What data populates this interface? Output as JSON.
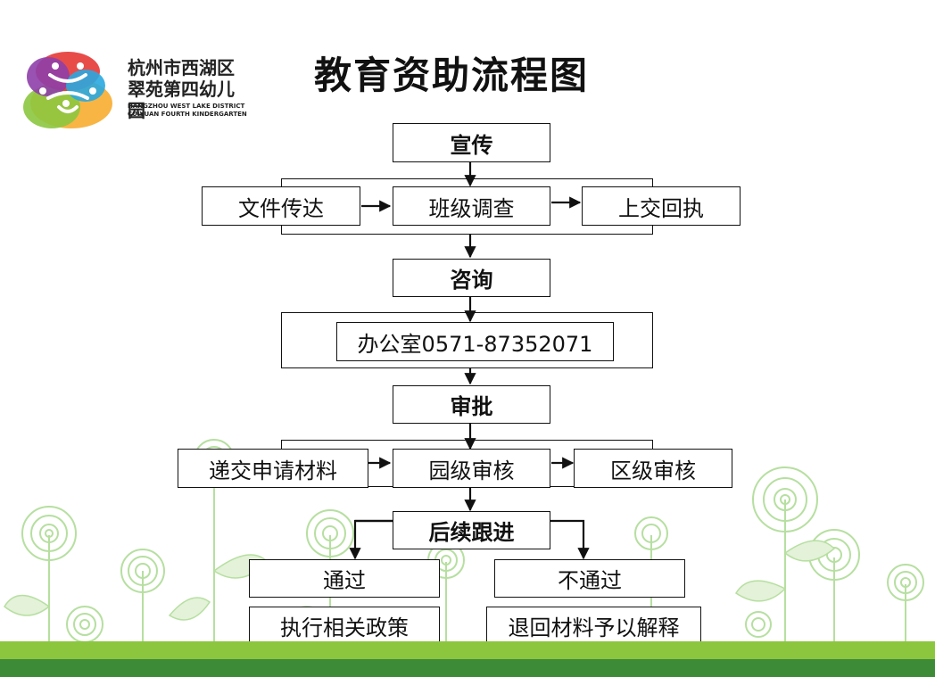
{
  "logo": {
    "name_line1": "杭州市西湖区",
    "name_line2": "翠苑第四幼儿园",
    "en_line1": "HANGZHOU WEST LAKE DISTRICT",
    "en_line2": "CUIYUAN FOURTH KINDERGARTEN",
    "colors": [
      "#e53935",
      "#8e3fa8",
      "#2aa8e0",
      "#f7a823",
      "#8cc63f"
    ]
  },
  "title": "教育资助流程图",
  "flow": {
    "publicity": "宣传",
    "doc_notice": "文件传达",
    "class_survey": "班级调查",
    "submit_receipt": "上交回执",
    "consult": "咨询",
    "office": "办公室0571-87352071",
    "approval": "审批",
    "submit_materials": "递交申请材料",
    "kindergarten_review": "园级审核",
    "district_review": "区级审核",
    "follow_up": "后续跟进",
    "pass": "通过",
    "fail": "不通过",
    "implement": "执行相关政策",
    "return": "退回材料予以解释"
  },
  "colors": {
    "ground_light": "#8cc63f",
    "ground_dark": "#3d8a37",
    "flower_stroke": "#a9d98a"
  }
}
